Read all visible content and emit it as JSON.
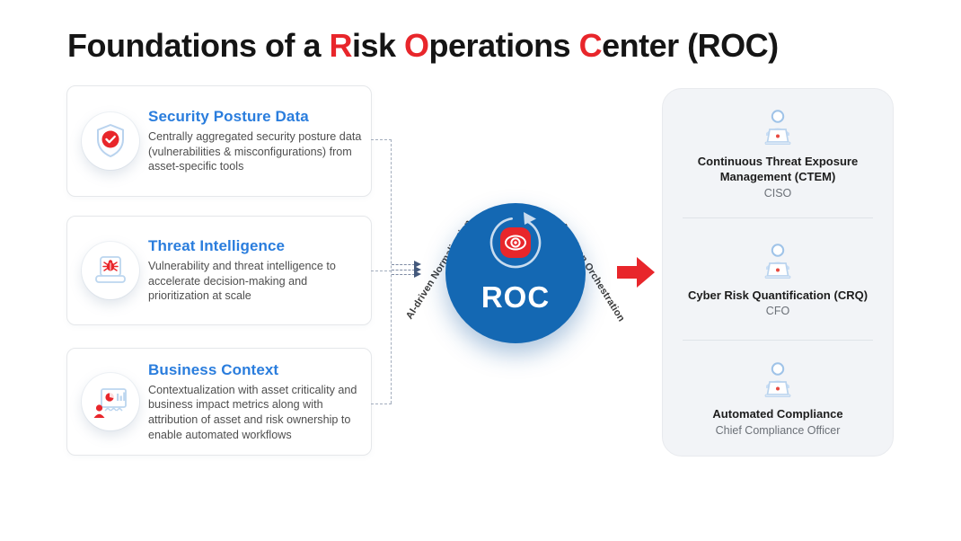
{
  "title": {
    "segments": [
      {
        "text": "Foundations of a ",
        "color": "black"
      },
      {
        "text": "R",
        "color": "red"
      },
      {
        "text": "isk ",
        "color": "black"
      },
      {
        "text": "O",
        "color": "red"
      },
      {
        "text": "perations ",
        "color": "black"
      },
      {
        "text": "C",
        "color": "red"
      },
      {
        "text": "enter (ROC)",
        "color": "black"
      }
    ]
  },
  "cards": [
    {
      "title": "Security Posture Data",
      "description": "Centrally aggregated security posture data (vulnerabilities & misconfigurations) from asset-specific tools",
      "icon": "shield-check-icon"
    },
    {
      "title": "Threat Intelligence",
      "description": "Vulnerability and threat intelligence to accelerate decision-making and prioritization at scale",
      "icon": "bug-laptop-icon"
    },
    {
      "title": "Business Context",
      "description": "Contextualization with asset criticality and business impact metrics along with attribution of asset and risk ownership to enable automated workflows",
      "icon": "presentation-person-icon"
    }
  ],
  "center": {
    "label": "ROC",
    "icon": "eye-cycle-icon",
    "left_flow_label": "AI-driven Normalization",
    "right_flow_label": "AI-driven Orchestration"
  },
  "outcomes": [
    {
      "title": "Continuous Threat Exposure Management (CTEM)",
      "role": "CISO",
      "icon": "person-laptop-icon"
    },
    {
      "title": "Cyber Risk Quantification (CRQ)",
      "role": "CFO",
      "icon": "person-laptop-icon"
    },
    {
      "title": "Automated Compliance",
      "role": "Chief Compliance Officer",
      "icon": "person-laptop-icon"
    }
  ],
  "colors": {
    "accent_red": "#e8262b",
    "heading_blue": "#2a7ddd",
    "circle_blue": "#1468b3",
    "panel_bg": "#f2f4f7",
    "icon_light_blue": "#bcd6ef"
  }
}
